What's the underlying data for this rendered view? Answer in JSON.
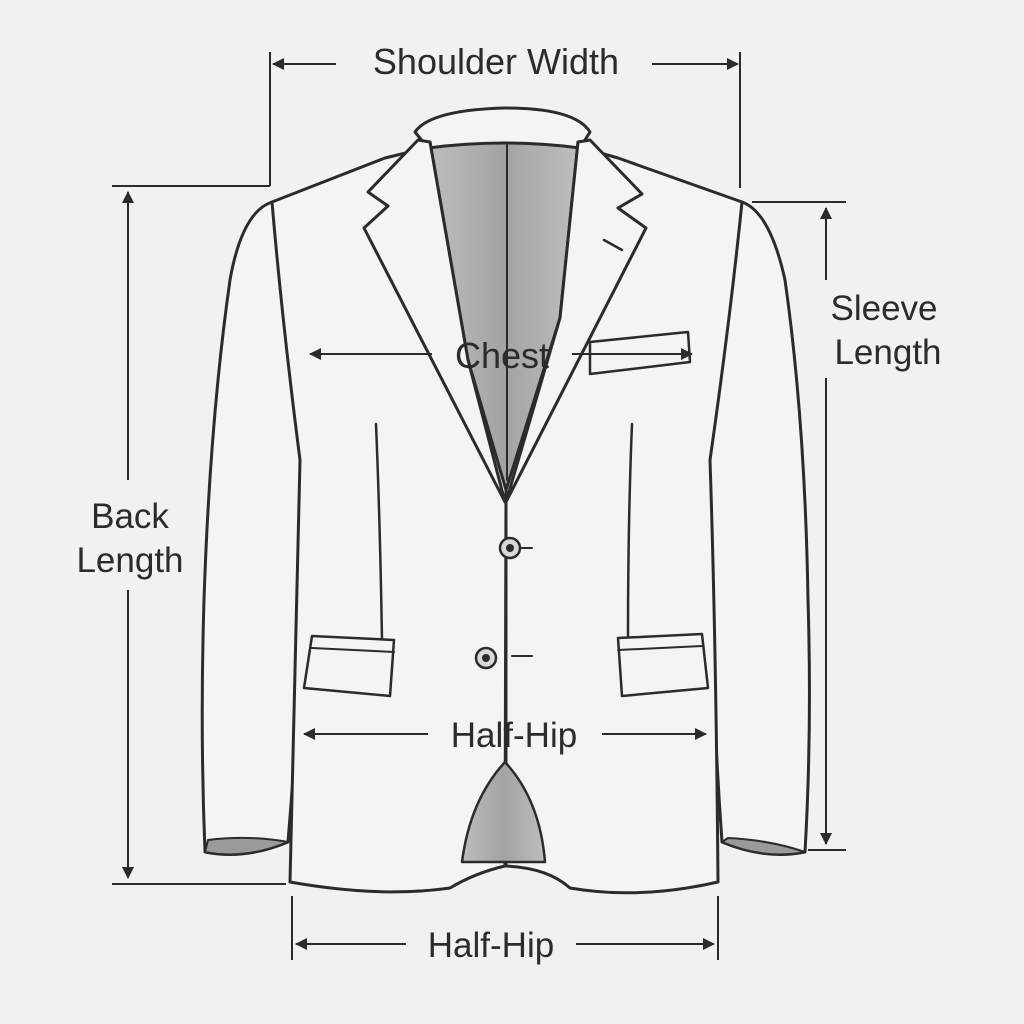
{
  "labels": {
    "shoulder_width": "Shoulder Width",
    "sleeve_length_line1": "Sleeve",
    "sleeve_length_line2": "Length",
    "chest": "Chest",
    "back_length_line1": "Back",
    "back_length_line2": "Length",
    "half_hip_upper": "Half-Hip",
    "half_hip_lower": "Half-Hip"
  },
  "colors": {
    "background": "#f1f1ef",
    "outline": "#2b2b2b",
    "jacket_fill": "#f4f4f2",
    "lining": "#a3a3a3"
  }
}
